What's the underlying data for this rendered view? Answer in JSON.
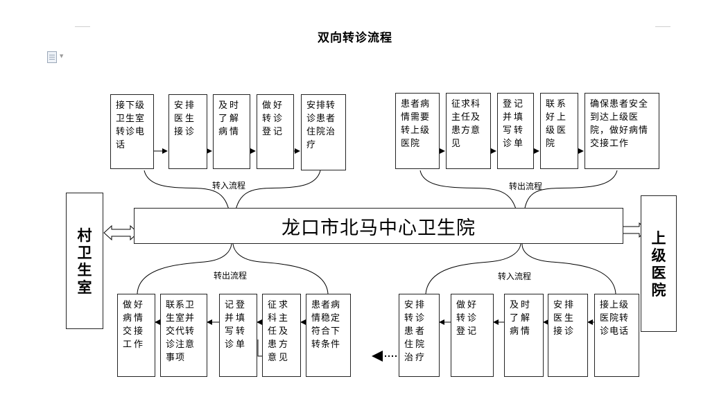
{
  "title": "双向转诊流程",
  "center": "龙口市北马中心卫生院",
  "left_side": [
    "村",
    "卫",
    "生",
    "室"
  ],
  "right_side": [
    "上",
    "级",
    "医",
    "院"
  ],
  "flows": {
    "in_top": "转入流程",
    "out_top": "转出流程",
    "out_bottom": "转出流程",
    "in_bottom": "转入流程"
  },
  "top_left_boxes": [
    "接下级卫生室转诊电话",
    "安排医生接诊",
    "及时了解病情",
    "做好转诊登记",
    "安排转诊患者住院治疗"
  ],
  "top_right_boxes": [
    "患者病情需要转上级医院",
    "征求科主任及患方意见",
    "登记并填写转诊单",
    "联系好上级医院",
    "确保患者安全到达上级医院，做好病情交接工作"
  ],
  "bottom_left_boxes": [
    "做好病情交接工作",
    "联系卫生室并交代转诊注意事项",
    "记登并填写转诊单",
    "征求科主任及患方意见",
    "患者病情稳定符合下转条件"
  ],
  "bottom_right_boxes": [
    "安排转诊患者住院治疗",
    "做好转诊登记",
    "及时了解病情",
    "安排医生接诊",
    "接上级医院转诊电话"
  ]
}
